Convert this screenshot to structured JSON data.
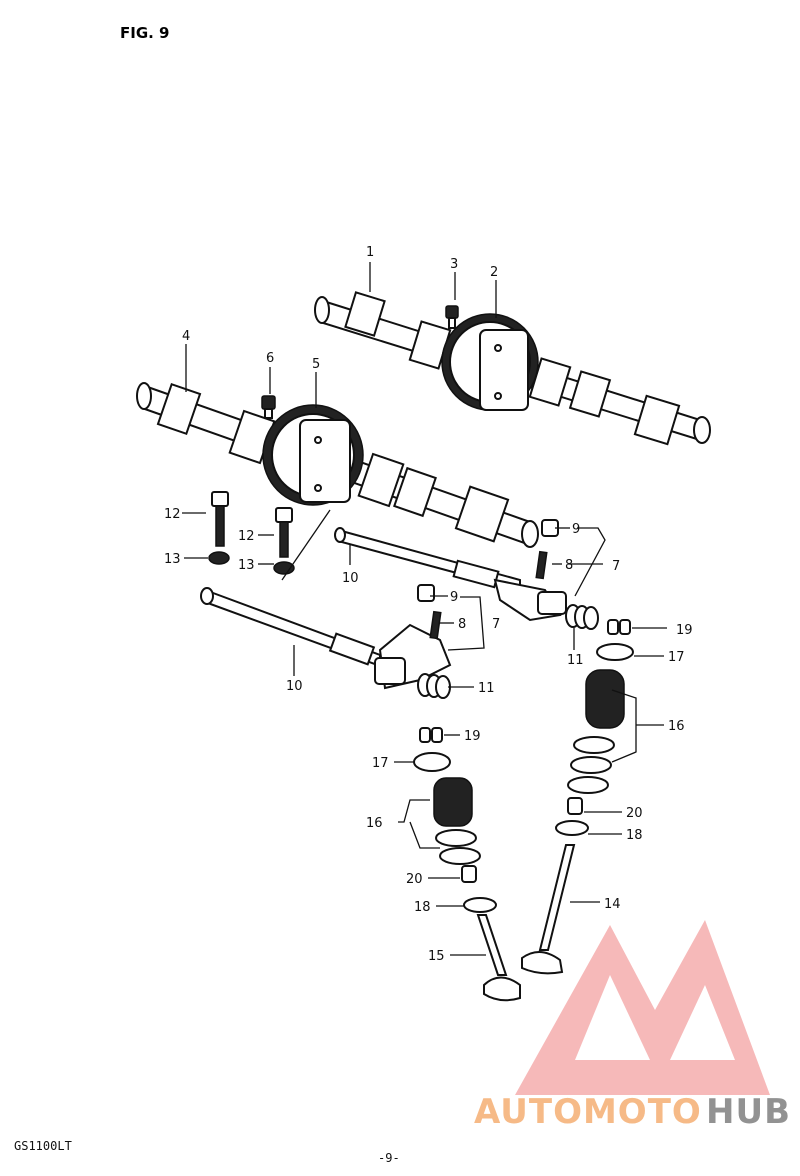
{
  "header": {
    "figure_label": "FIG. 9"
  },
  "footer": {
    "model": "GS1100LT",
    "page_number": "-9-"
  },
  "watermark": {
    "text_part1": "AUTOMOTO",
    "text_part2": "HUB",
    "colors": {
      "primary": "#f08080",
      "accent": "#f4a460",
      "secondary": "#808080"
    }
  },
  "callouts": [
    {
      "id": "c1",
      "text": "1"
    },
    {
      "id": "c2",
      "text": "2"
    },
    {
      "id": "c3",
      "text": "3"
    },
    {
      "id": "c4",
      "text": "4"
    },
    {
      "id": "c5",
      "text": "5"
    },
    {
      "id": "c6",
      "text": "6"
    },
    {
      "id": "c7a",
      "text": "7"
    },
    {
      "id": "c7b",
      "text": "7"
    },
    {
      "id": "c8a",
      "text": "8"
    },
    {
      "id": "c8b",
      "text": "8"
    },
    {
      "id": "c9a",
      "text": "9"
    },
    {
      "id": "c9b",
      "text": "9"
    },
    {
      "id": "c10a",
      "text": "10"
    },
    {
      "id": "c10b",
      "text": "10"
    },
    {
      "id": "c11a",
      "text": "11"
    },
    {
      "id": "c11b",
      "text": "11"
    },
    {
      "id": "c12a",
      "text": "12"
    },
    {
      "id": "c12b",
      "text": "12"
    },
    {
      "id": "c13a",
      "text": "13"
    },
    {
      "id": "c13b",
      "text": "13"
    },
    {
      "id": "c14",
      "text": "14"
    },
    {
      "id": "c15",
      "text": "15"
    },
    {
      "id": "c16a",
      "text": "16"
    },
    {
      "id": "c16b",
      "text": "16"
    },
    {
      "id": "c17a",
      "text": "17"
    },
    {
      "id": "c17b",
      "text": "17"
    },
    {
      "id": "c18a",
      "text": "18"
    },
    {
      "id": "c18b",
      "text": "18"
    },
    {
      "id": "c19a",
      "text": "19"
    },
    {
      "id": "c19b",
      "text": "19"
    },
    {
      "id": "c20a",
      "text": "20"
    },
    {
      "id": "c20b",
      "text": "20"
    }
  ]
}
